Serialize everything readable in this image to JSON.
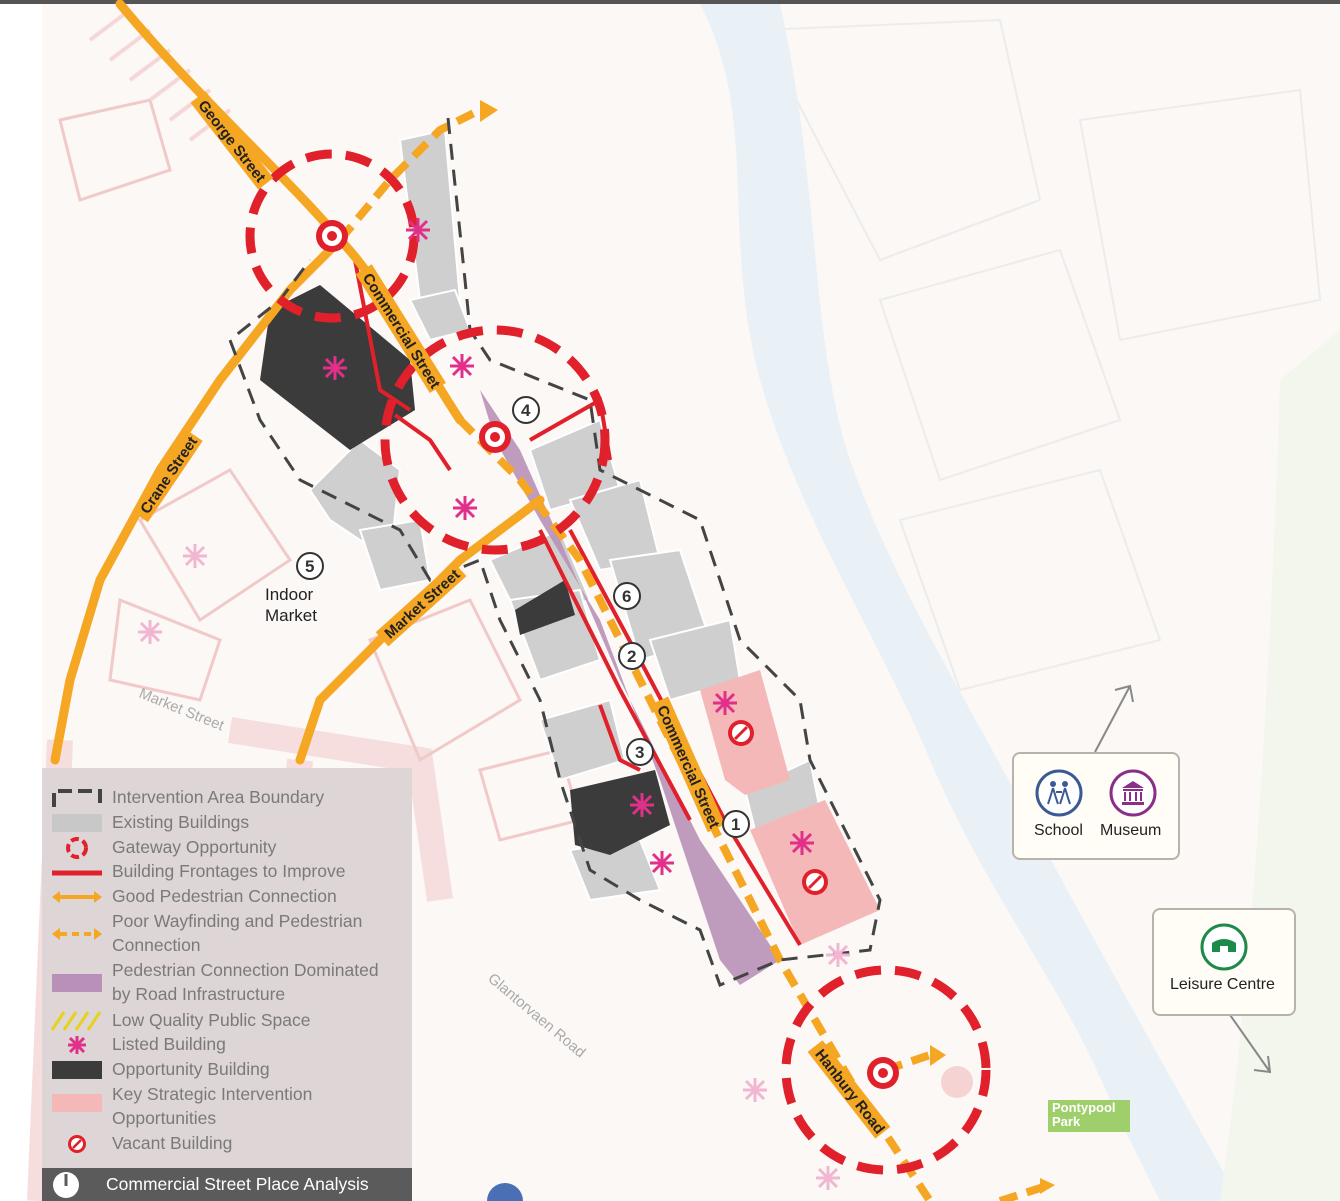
{
  "map": {
    "streets": {
      "george_street": "George Street",
      "commercial_street_north": "Commercial Street",
      "commercial_street_south": "Commercial Street",
      "crane_street": "Crane Street",
      "market_street": "Market Street",
      "market_street_ghost": "Market Street",
      "glantorvaen_road": "Glantorvaen Road",
      "hanbury_road": "Hanbury Road"
    },
    "places": {
      "indoor_market_line1": "Indoor",
      "indoor_market_line2": "Market"
    },
    "numbered_sites": [
      "1",
      "2",
      "3",
      "4",
      "5",
      "6"
    ]
  },
  "callouts": {
    "school": "School",
    "museum": "Museum",
    "leisure_centre": "Leisure Centre",
    "pontypool_park_line1": "Pontypool",
    "pontypool_park_line2": "Park"
  },
  "legend": {
    "items": [
      {
        "id": "intervention-boundary",
        "lines": [
          "Intervention Area Boundary"
        ]
      },
      {
        "id": "existing-buildings",
        "lines": [
          "Existing Buildings"
        ]
      },
      {
        "id": "gateway-opportunity",
        "lines": [
          "Gateway Opportunity"
        ]
      },
      {
        "id": "building-frontages",
        "lines": [
          "Building Frontages to Improve"
        ]
      },
      {
        "id": "good-pedestrian",
        "lines": [
          "Good Pedestrian Connection"
        ]
      },
      {
        "id": "poor-wayfinding",
        "lines": [
          "Poor Wayfinding and Pedestrian",
          "Connection"
        ]
      },
      {
        "id": "pedestrian-road",
        "lines": [
          "Pedestrian Connection Dominated",
          "by Road Infrastructure"
        ]
      },
      {
        "id": "low-quality",
        "lines": [
          "Low Quality Public Space"
        ]
      },
      {
        "id": "listed-building",
        "lines": [
          "Listed Building"
        ]
      },
      {
        "id": "opportunity-building",
        "lines": [
          "Opportunity Building"
        ]
      },
      {
        "id": "key-strategic",
        "lines": [
          "Key Strategic Intervention",
          "Opportunities"
        ]
      },
      {
        "id": "vacant-building",
        "lines": [
          "Vacant Building"
        ]
      }
    ]
  },
  "caption": {
    "title": "Commercial Street Place Analysis"
  },
  "colors": {
    "gateway_red": "#e0202a",
    "road_orange": "#f5a623",
    "pedestrian_purple": "#b890b8",
    "listed_pink": "#e0308a",
    "opportunity_dark": "#3a3a3a",
    "strategic_pink": "#f5b8b8",
    "existing_grey": "#c8c8c8",
    "river_blue": "#e9f1f6"
  }
}
